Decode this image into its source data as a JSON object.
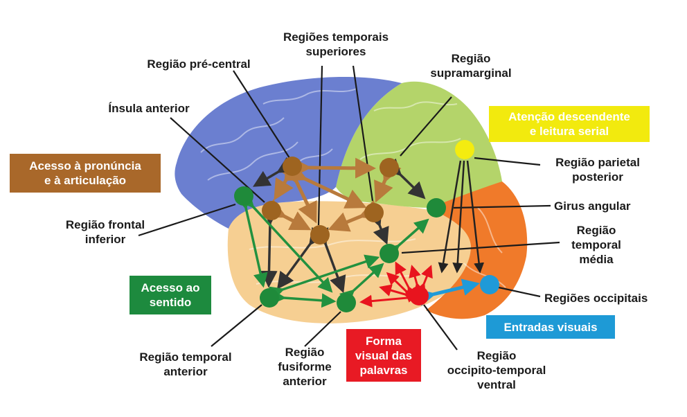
{
  "colors": {
    "frontal": "#6b7fd0",
    "parietal": "#b4d46a",
    "occipital": "#f07a2a",
    "temporal": "#f6cf92",
    "node_brown": "#9e6420",
    "node_green": "#1f8a3a",
    "node_red": "#e8141e",
    "node_yellow": "#f4ec10",
    "node_blue": "#1f9ad8",
    "box_brown": "#a9682a",
    "box_green": "#1d8a3e",
    "box_red": "#e81a24",
    "box_yellow": "#f2ea0e",
    "box_blue": "#1e9ad6"
  },
  "labels": {
    "temporais_superiores": "Regiões temporais\nsuperiores",
    "pre_central": "Região pré-central",
    "supramarginal": "Região\nsupramarginal",
    "insula_anterior": "Ínsula anterior",
    "parietal_posterior": "Região parietal\nposterior",
    "girus_angular": "Girus angular",
    "frontal_inferior": "Região frontal\ninferior",
    "temporal_media": "Região\ntemporal\nmédia",
    "occipitais": "Regiões occipitais",
    "temporal_anterior": "Região temporal\nanterior",
    "fusiforme_anterior": "Região\nfusiforme\nanterior",
    "occipito_temporal": "Região\noccipito-temporal\nventral"
  },
  "boxes": {
    "pronuncia": "Acesso à pronúncia\ne à articulação",
    "sentido": "Acesso ao\nsentido",
    "forma_visual": "Forma\nvisual das\npalavras",
    "atencao": "Atenção descendente\ne leitura serial",
    "entradas": "Entradas visuais"
  }
}
